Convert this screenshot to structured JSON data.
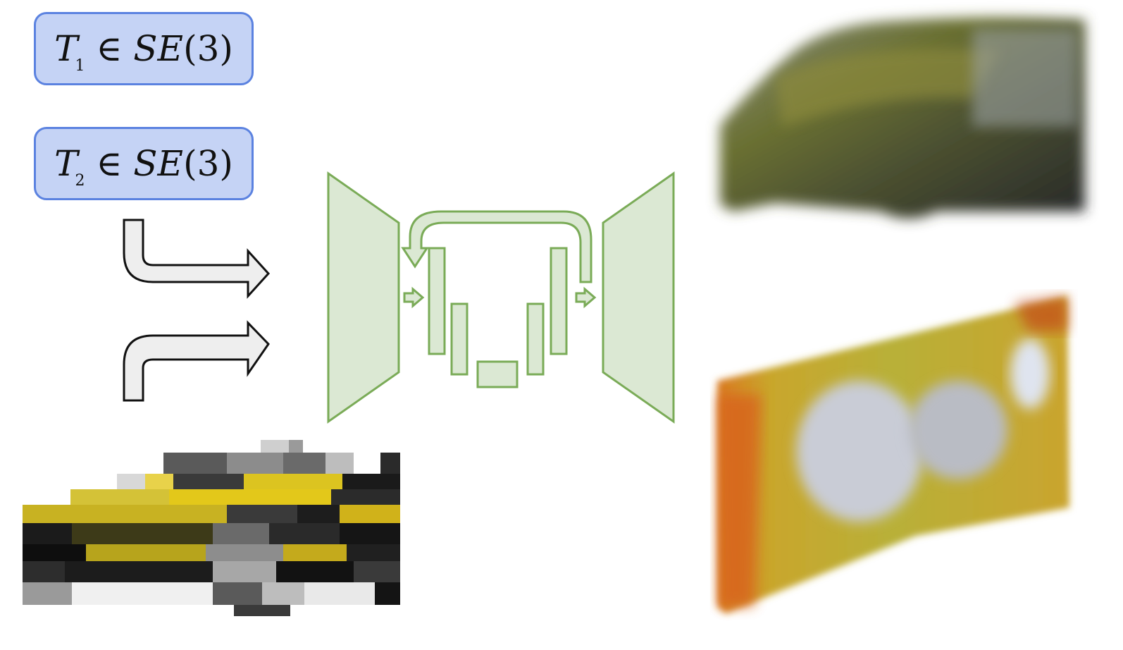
{
  "poses": [
    {
      "symbol": "T",
      "subscript": "1",
      "relation": "∈",
      "group": "SE",
      "arg": "(3)"
    },
    {
      "symbol": "T",
      "subscript": "2",
      "relation": "∈",
      "group": "SE",
      "arg": "(3)"
    }
  ],
  "colors": {
    "pose_fill": "#c5d3f5",
    "pose_border": "#5b82e0",
    "network_fill": "#dbe8d3",
    "network_stroke": "#7aab57",
    "arrow_fill": "#eeeeee",
    "arrow_stroke": "#111111"
  },
  "input_image": {
    "icon": "pixelated-yellow-taxi-image"
  },
  "output_views": [
    {
      "icon": "blurry-car-render-view-1"
    },
    {
      "icon": "blurry-car-render-view-2"
    }
  ],
  "network": {
    "icon": "unet-diagram"
  }
}
